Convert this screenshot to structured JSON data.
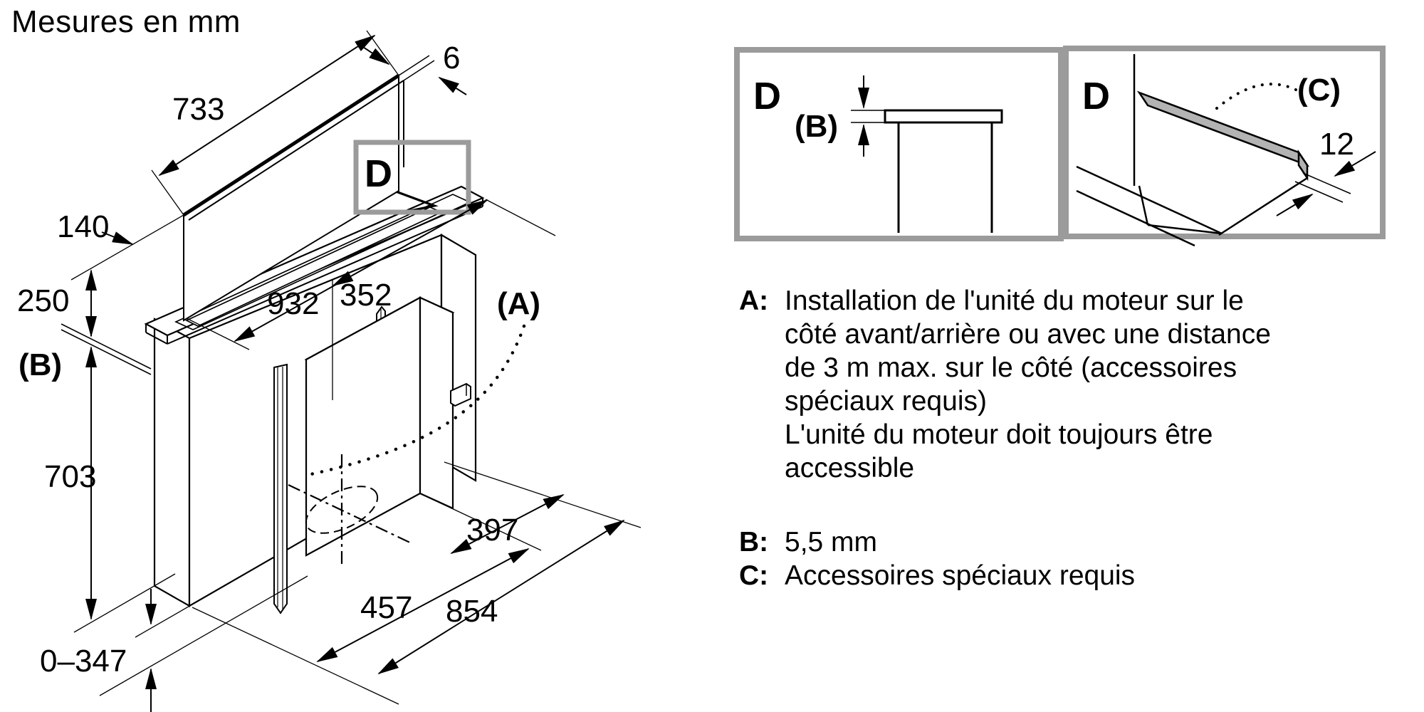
{
  "title": "Mesures en mm",
  "main_diagram": {
    "detail_marker": "D",
    "dims": {
      "top_width": "733",
      "panel_thickness": "6",
      "left_offset": "140",
      "panel_height": "250",
      "gap": "(B)",
      "housing_height": "703",
      "bottom_range": "0–347",
      "housing_width": "932",
      "motor_width": "352",
      "motor_label": "(A)",
      "right_offset": "397",
      "duct_offset": "457",
      "base_width": "854"
    }
  },
  "detail_b": {
    "marker": "D",
    "gap_label": "(B)"
  },
  "detail_c": {
    "marker": "D",
    "accessory_label": "(C)",
    "overhang": "12"
  },
  "legend": {
    "a_key": "A:",
    "a_lines": [
      "Installation de l'unité du moteur sur le",
      "côté avant/arrière ou avec une distance",
      "de 3 m max. sur le côté (accessoires",
      "spéciaux requis)",
      "L'unité du moteur doit toujours être",
      "accessible"
    ],
    "b_key": "B:",
    "b_text": "5,5 mm",
    "c_key": "C:",
    "c_text": "Accessoires spéciaux requis"
  },
  "colors": {
    "line": "#000000",
    "detail_frame": "#9b9b9b",
    "accessory_fill": "#b3b3b3"
  }
}
